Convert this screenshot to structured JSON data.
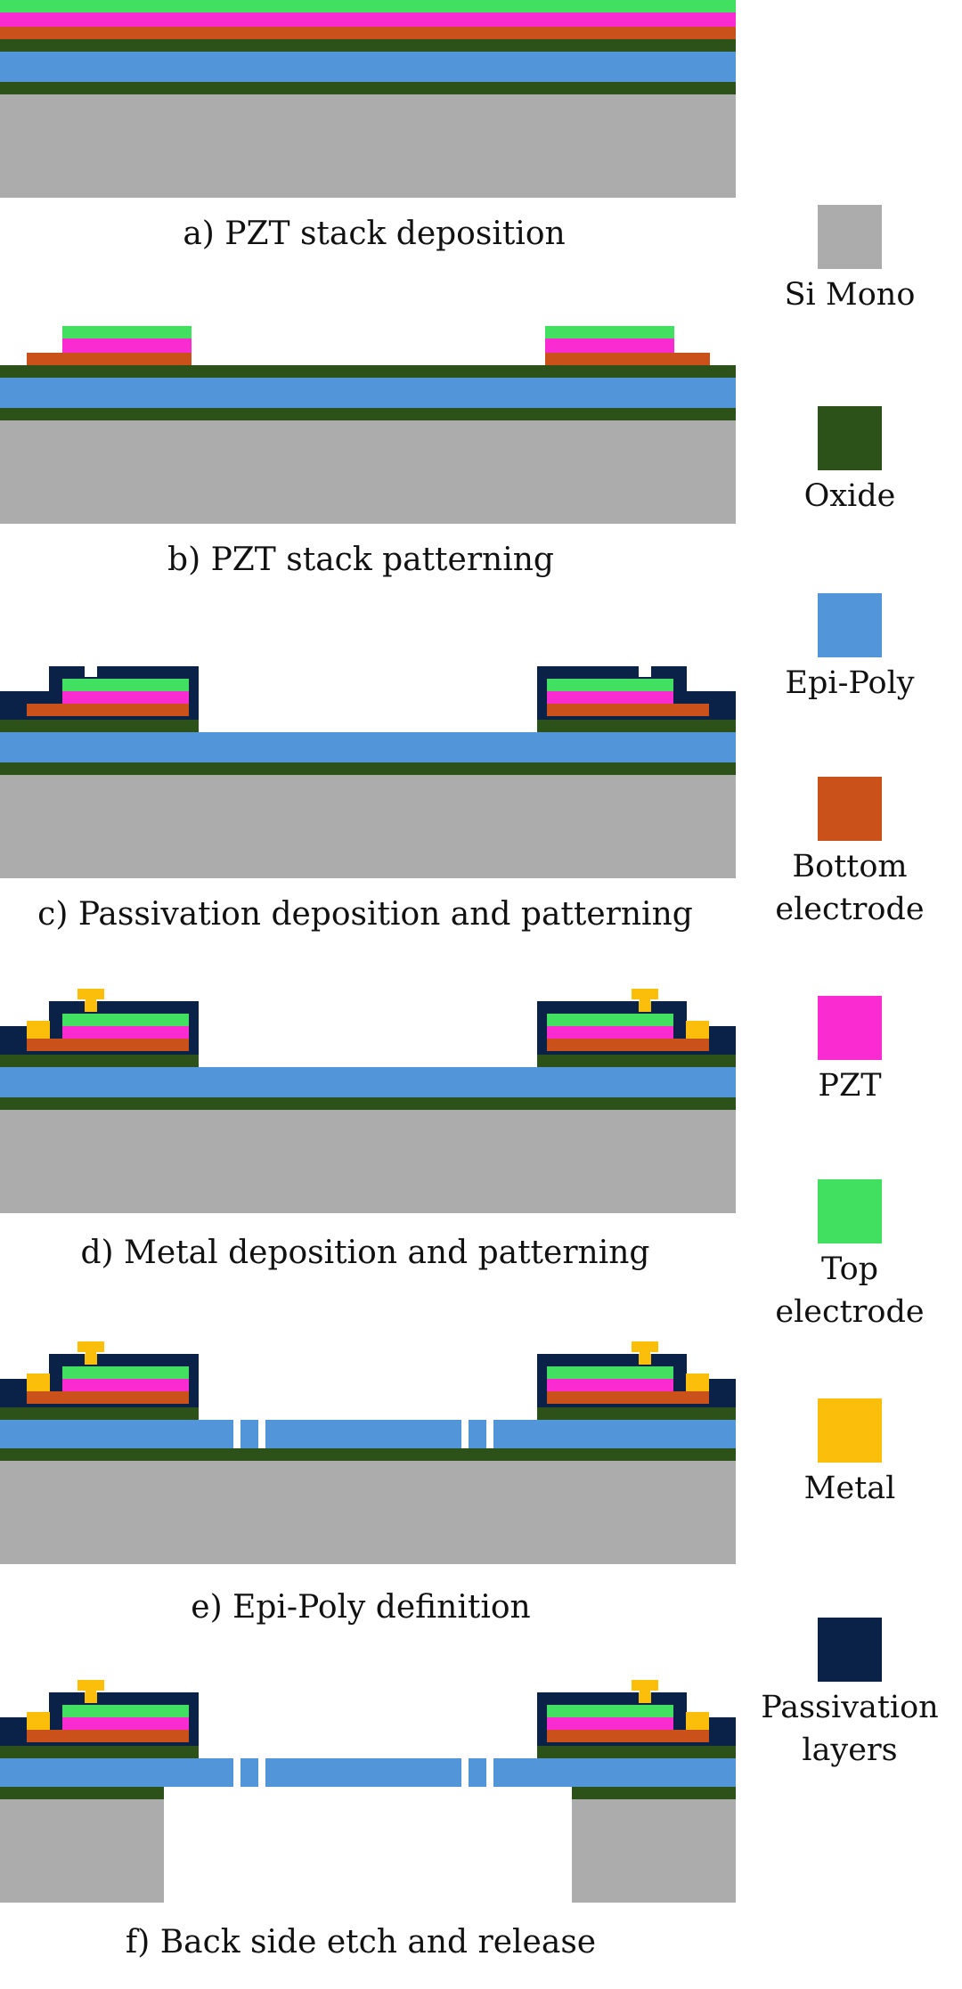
{
  "materials": {
    "si": {
      "label": "Si Mono",
      "color": "#acacac"
    },
    "ox": {
      "label": "Oxide",
      "color": "#2c5219"
    },
    "epi": {
      "label": "Epi-Poly",
      "color": "#5296d9"
    },
    "be": {
      "label": [
        "Bottom",
        "electrode"
      ],
      "color": "#ca521a"
    },
    "pzt": {
      "label": "PZT",
      "color": "#fa2bd1"
    },
    "te": {
      "label": [
        "Top",
        "electrode"
      ],
      "color": "#42e060"
    },
    "met": {
      "label": "Metal",
      "color": "#fbbf0b"
    },
    "pass": {
      "label": [
        "Passivation",
        "layers"
      ],
      "color": "#0a2248"
    }
  },
  "steps": [
    {
      "id": "a",
      "caption": "a) PZT stack deposition"
    },
    {
      "id": "b",
      "caption": "b) PZT stack patterning"
    },
    {
      "id": "c",
      "caption": "c) Passivation deposition and patterning"
    },
    {
      "id": "d",
      "caption": "d) Metal deposition and patterning"
    },
    {
      "id": "e",
      "caption": "e) Epi-Poly definition"
    },
    {
      "id": "f",
      "caption": "f) Back side etch and release"
    }
  ]
}
